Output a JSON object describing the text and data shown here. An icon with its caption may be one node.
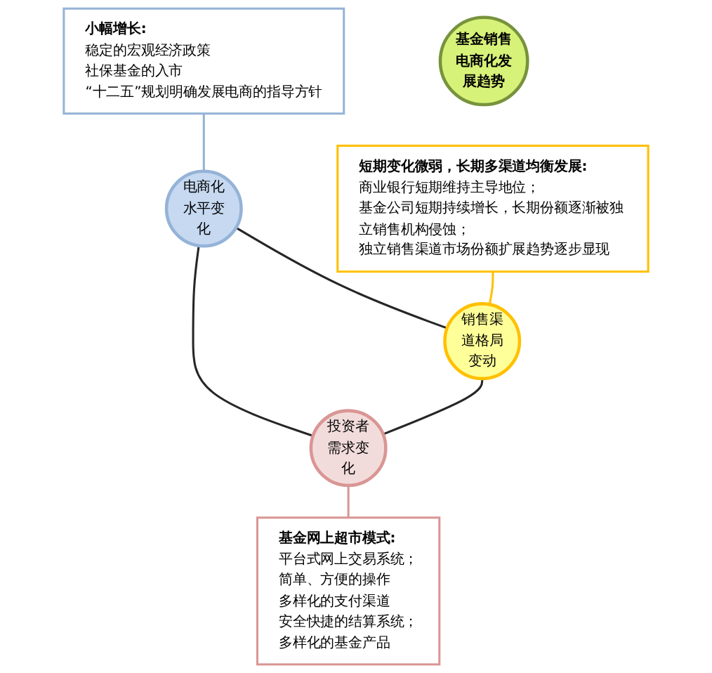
{
  "diagram": {
    "nodes": [
      {
        "text": [
          "小幅增长:",
          "稳定的宏观经济政策",
          "社保基金的入市",
          "“十二五”规划明确发展电商的指导方针"
        ]
      },
      {
        "text": [
          "电商化水平变化"
        ]
      },
      {
        "text": [
          "基金销售电商化发展趋势"
        ]
      },
      {
        "text": [
          "投资者需求变化"
        ]
      },
      {
        "text": [
          "销售渠道格局变动"
        ]
      },
      {
        "text": [
          "基金网上超市模式:",
          "平台式网上交易系统；",
          "简单、方便的操作",
          "多样化的支付渠道",
          "安全快捷的结算系统；",
          "多样化的基金产品"
        ]
      },
      {
        "text": [
          "短期变化微弱，长期多渠道均衡发展:",
          "商业银行短期维持主导地位；",
          "基金公司短期持续增长，长期份额逐渐被独立销售机构侵蚀；",
          "独立销售渠道市场份额扩展趋势逐步显现"
        ]
      }
    ],
    "edges": [
      {
        "from": 0,
        "to": 1,
        "arrow": "none",
        "color": "#95b3d7"
      },
      {
        "from": 1,
        "to": 4,
        "arrow": "none"
      },
      {
        "from": 4,
        "to": 3,
        "arrow": "none"
      },
      {
        "from": 1,
        "to": 3,
        "arrow": "none"
      },
      {
        "from": 3,
        "to": 5,
        "arrow": "none",
        "color": "#d99694"
      },
      {
        "from": 6,
        "to": 4,
        "arrow": "none",
        "color": "#ffc000"
      }
    ]
  }
}
